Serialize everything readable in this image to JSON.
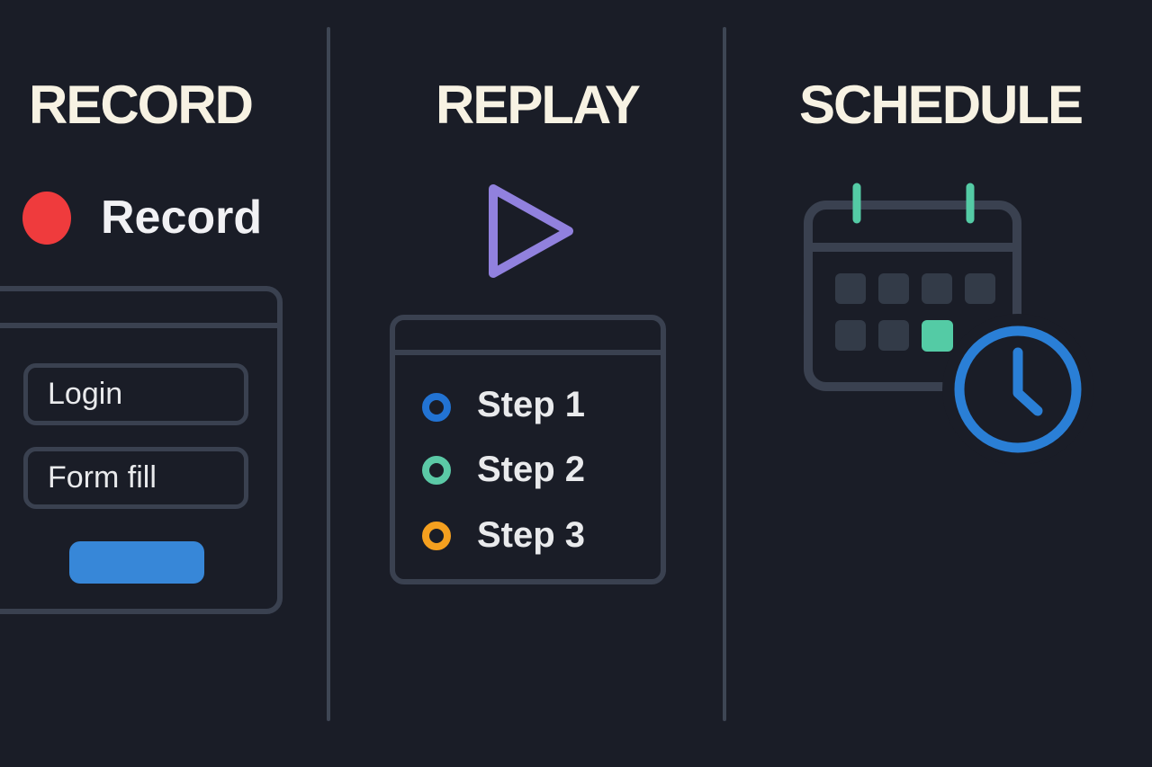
{
  "colors": {
    "bg": "#1A1D27",
    "slate": "#3A4150",
    "divider": "#3E4654",
    "cream": "#F7F2E3",
    "white": "#F1F1F4",
    "text": "#E9EAEC",
    "red": "#EF3B3D",
    "buttonBlue": "#3787D8",
    "purple": "#9181DE",
    "teal": "#54CBA5",
    "clockBlue": "#2A7FD6",
    "squareFill": "#333B48"
  },
  "record": {
    "heading": "RECORD",
    "record_label": "Record",
    "browser": {
      "fields": [
        {
          "label": "Login"
        },
        {
          "label": "Form fill"
        }
      ],
      "submit_label": ""
    }
  },
  "replay": {
    "heading": "REPLAY",
    "steps": [
      {
        "label": "Step 1",
        "color": "#2273D3"
      },
      {
        "label": "Step 2",
        "color": "#5BC9A6"
      },
      {
        "label": "Step 3",
        "color": "#F5A01F"
      }
    ]
  },
  "schedule": {
    "heading": "SCHEDULE"
  }
}
